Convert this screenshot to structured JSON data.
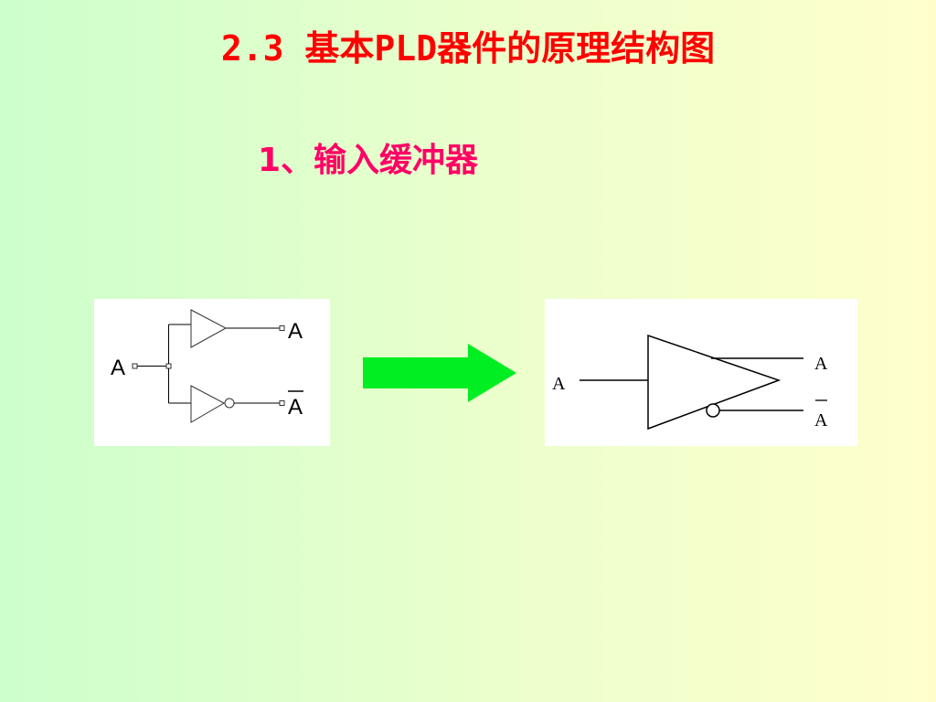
{
  "slide": {
    "title": "2.3 基本PLD器件的原理结构图",
    "section": "1、输入缓冲器"
  },
  "diagram_left": {
    "input_label": "A",
    "output_true_label": "A",
    "output_complement_label": "A"
  },
  "diagram_right": {
    "input_label": "A",
    "output_true_label": "A",
    "output_complement_label": "A"
  },
  "colors": {
    "title": "#ff0000",
    "section": "#ff0066",
    "arrow": "#00ee22",
    "background_left": "#ccffcc",
    "background_right": "#ffffcc"
  },
  "icons": {
    "transition": "right-arrow-icon"
  }
}
